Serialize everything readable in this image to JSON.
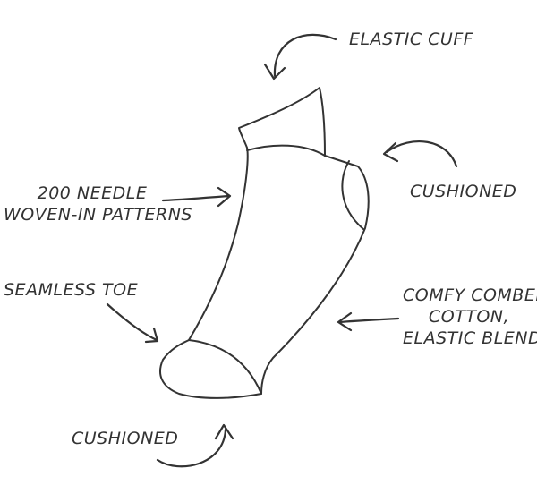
{
  "labels": {
    "elastic_cuff": "ELASTIC CUFF",
    "cushioned_heel": "CUSHIONED",
    "needle_line1": "200 NEEDLE",
    "needle_line2": "WOVEN-IN PATTERNS",
    "seamless_toe": "SEAMLESS TOE",
    "comfy_line1": "COMFY COMBED",
    "comfy_line2": "COTTON,",
    "comfy_line3": "ELASTIC BLEND",
    "cushioned_sole": "CUSHIONED"
  },
  "colors": {
    "ink": "#333333",
    "background": "#ffffff"
  }
}
